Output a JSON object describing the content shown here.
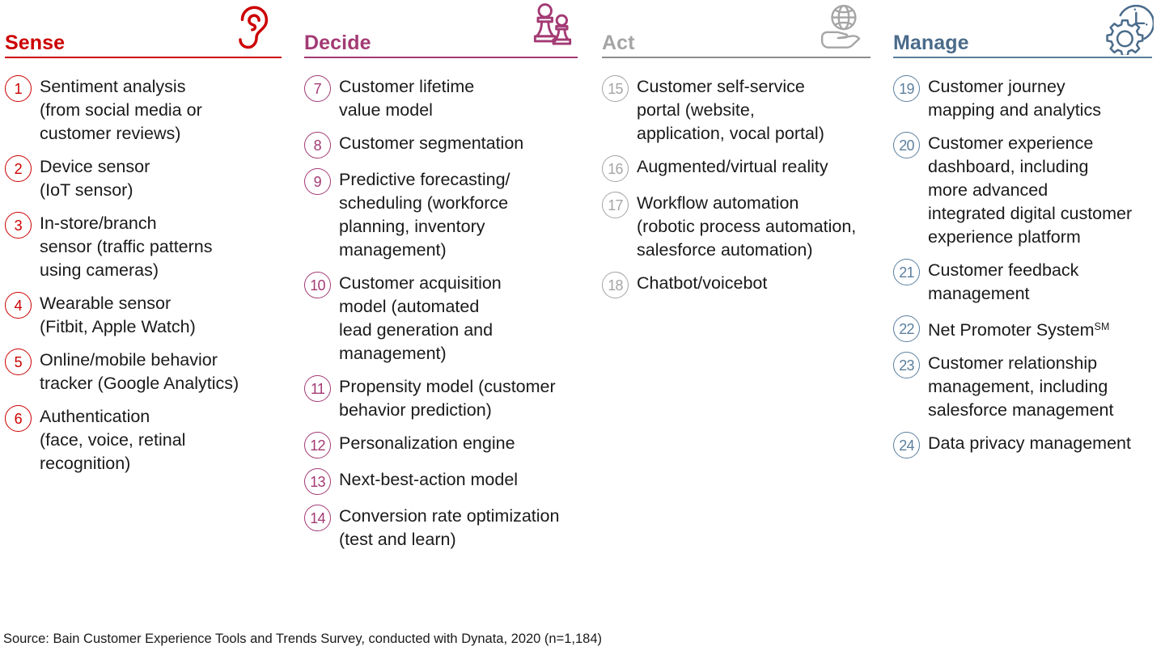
{
  "columns": [
    {
      "key": "sense",
      "title": "Sense",
      "accent": "#cc0000",
      "icon": "ear-icon",
      "items": [
        {
          "num": "1",
          "label": "Sentiment analysis\n(from social media or\ncustomer reviews)"
        },
        {
          "num": "2",
          "label": "Device sensor\n(IoT sensor)"
        },
        {
          "num": "3",
          "label": "In-store/branch\nsensor (traffic patterns\nusing cameras)"
        },
        {
          "num": "4",
          "label": "Wearable sensor\n(Fitbit, Apple Watch)"
        },
        {
          "num": "5",
          "label": "Online/mobile behavior\ntracker (Google Analytics)"
        },
        {
          "num": "6",
          "label": "Authentication\n(face, voice, retinal\nrecognition)"
        }
      ]
    },
    {
      "key": "decide",
      "title": "Decide",
      "accent": "#a33a74",
      "icon": "chess-pieces-icon",
      "items": [
        {
          "num": "7",
          "label": "Customer lifetime\nvalue model"
        },
        {
          "num": "8",
          "label": "Customer segmentation"
        },
        {
          "num": "9",
          "label": "Predictive forecasting/\nscheduling (workforce\nplanning, inventory\nmanagement)"
        },
        {
          "num": "10",
          "label": "Customer acquisition\nmodel (automated\nlead generation and\nmanagement)"
        },
        {
          "num": "11",
          "label": "Propensity model (customer\nbehavior prediction)"
        },
        {
          "num": "12",
          "label": "Personalization engine"
        },
        {
          "num": "13",
          "label": "Next-best-action model"
        },
        {
          "num": "14",
          "label": "Conversion rate optimization\n(test and learn)"
        }
      ]
    },
    {
      "key": "act",
      "title": "Act",
      "accent": "#a5a5a5",
      "icon": "globe-in-hand-icon",
      "items": [
        {
          "num": "15",
          "label": "Customer self-service\nportal (website,\napplication, vocal portal)"
        },
        {
          "num": "16",
          "label": "Augmented/virtual reality"
        },
        {
          "num": "17",
          "label": "Workflow automation\n(robotic process automation,\nsalesforce automation)"
        },
        {
          "num": "18",
          "label": "Chatbot/voicebot"
        }
      ]
    },
    {
      "key": "manage",
      "title": "Manage",
      "accent": "#5b7f9e",
      "icon": "gear-clock-icon",
      "items": [
        {
          "num": "19",
          "label": "Customer journey\nmapping and analytics"
        },
        {
          "num": "20",
          "label": "Customer experience\ndashboard, including\nmore advanced\nintegrated digital customer\nexperience platform"
        },
        {
          "num": "21",
          "label": "Customer feedback\nmanagement"
        },
        {
          "num": "22",
          "label": "Net Promoter System",
          "suffix": "SM"
        },
        {
          "num": "23",
          "label": "Customer relationship\nmanagement, including\nsalesforce management"
        },
        {
          "num": "24",
          "label": "Data privacy management"
        }
      ]
    }
  ],
  "source": "Source: Bain Customer Experience Tools and Trends Survey, conducted with Dynata, 2020 (n=1,184)"
}
